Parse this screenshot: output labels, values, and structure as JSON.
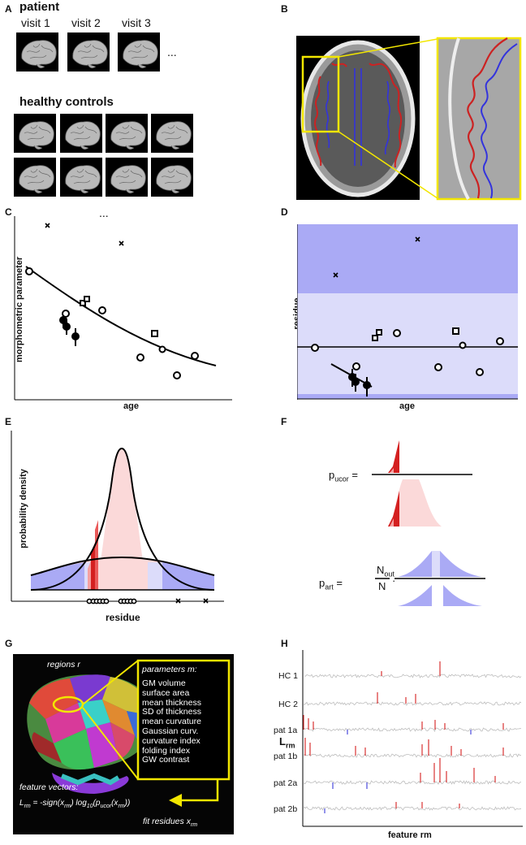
{
  "panels": {
    "a": "A",
    "b": "B",
    "c": "C",
    "d": "D",
    "e": "E",
    "f": "F",
    "g": "G",
    "h": "H"
  },
  "panel_a": {
    "patient": "patient",
    "visits": [
      "visit 1",
      "visit 2",
      "visit 3"
    ],
    "ellipsis_visits": "...",
    "controls": "healthy controls",
    "ellipsis_controls": "..."
  },
  "panel_c": {
    "xlabel": "age",
    "ylabel": "morphometric parameter"
  },
  "panel_d": {
    "xlabel": "age",
    "ylabel": "residue"
  },
  "panel_e": {
    "xlabel": "residue",
    "ylabel": "probability density"
  },
  "panel_f": {
    "p_ucor": "p",
    "p_ucor_sub": "ucor",
    "eq1": "=",
    "p_art": "p",
    "p_art_sub": "art",
    "eq2": "=",
    "n_out": "N",
    "n_out_sub": "out",
    "n": "N",
    "dot": "·"
  },
  "panel_g": {
    "regions": "regions r",
    "params_title": "parameters m:",
    "params": [
      "GM volume",
      "surface area",
      "mean thickness",
      "SD of thickness",
      "mean curvature",
      "Gaussian curv.",
      "curvature index",
      "folding index",
      "GW contrast"
    ],
    "feature_vectors": "feature vectors:",
    "formula_L": "L",
    "formula_L_sub": "rm",
    "formula_rest": " = -sign(x",
    "formula_x_sub": "rm",
    "formula_mid": ") log",
    "formula_10": "10",
    "formula_p": "(p",
    "formula_ucor": "ucor",
    "formula_x2": "(x",
    "formula_x2_sub": "rm",
    "formula_end": "))",
    "fit": "fit residues x",
    "fit_sub": "rm"
  },
  "panel_h": {
    "rows": [
      "HC 1",
      "HC 2",
      "pat 1a",
      "pat 1b",
      "pat 2a",
      "pat 2b"
    ],
    "ylabel": "L",
    "ylabel_sub": "rm",
    "xlabel": "feature rm"
  },
  "colors": {
    "red": "#d42020",
    "blue": "#3a3ad8",
    "lightblue": "#dcdcfa",
    "midblue": "#aaaaf5",
    "pink": "#fbd9d9",
    "yellow": "#f2e600"
  }
}
